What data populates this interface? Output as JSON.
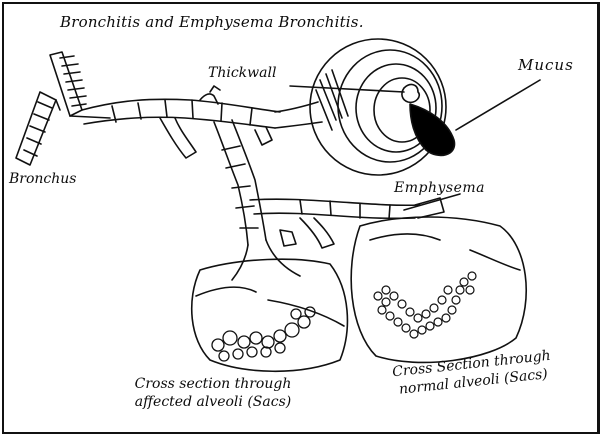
{
  "title": "Bronchitis and Emphysema Bronchitis.",
  "labels": {
    "thick_wall": "Thickwall",
    "mucus": "Mucus",
    "bronchus": "Bronchus",
    "emphysema": "Emphysema"
  },
  "captions": {
    "affected": "Cross section through affected alveoli (Sacs)",
    "normal": "Cross Section through normal alveoli (Sacs)"
  },
  "colors": {
    "ink": "#0c0c0c",
    "paper": "#ffffff"
  }
}
